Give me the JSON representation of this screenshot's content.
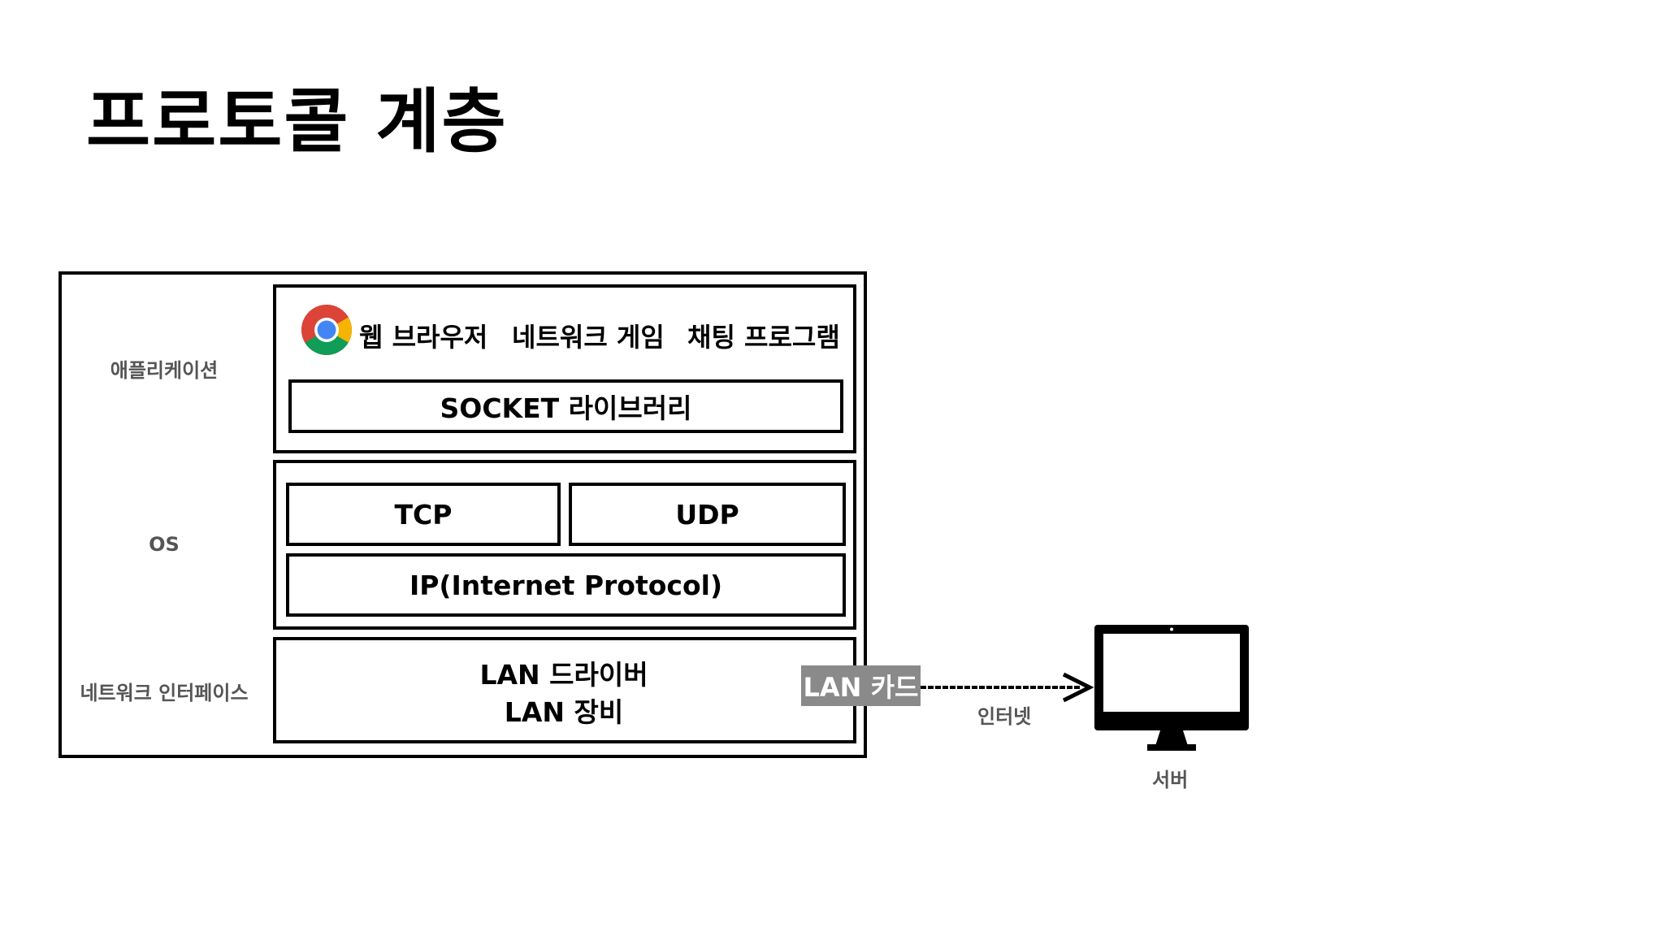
{
  "title": "프로토콜 계층",
  "layers": {
    "application": {
      "label": "애플리케이션",
      "apps": [
        "웹 브라우저",
        "네트워크 게임",
        "채팅 프로그램"
      ],
      "socket": "SOCKET 라이브러리"
    },
    "os": {
      "label": "OS",
      "tcp": "TCP",
      "udp": "UDP",
      "ip": "IP(Internet Protocol)"
    },
    "network_interface": {
      "label": "네트워크 인터페이스",
      "driver": "LAN 드라이버",
      "device": "LAN 장비",
      "card": "LAN 카드"
    }
  },
  "connection": {
    "label": "인터넷"
  },
  "server": {
    "label": "서버"
  },
  "icons": {
    "browser": "chrome-logo-icon",
    "server": "monitor-icon"
  }
}
